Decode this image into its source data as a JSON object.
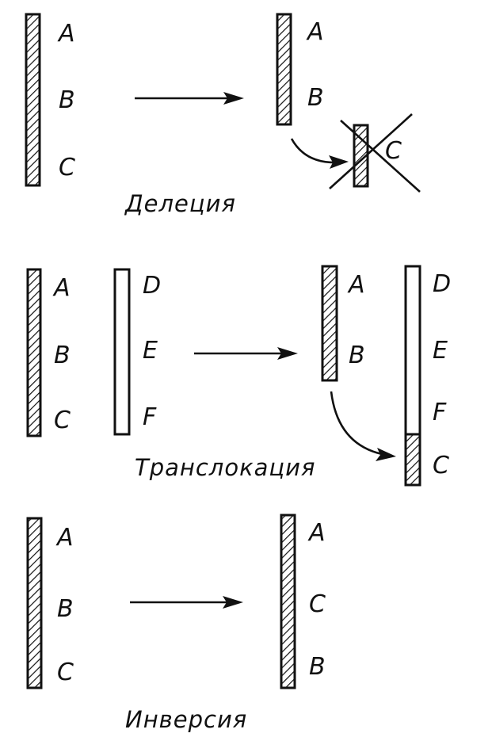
{
  "deletion": {
    "caption": "Делеция",
    "left_labels": [
      "A",
      "B",
      "C"
    ],
    "result_labels": [
      "A",
      "B"
    ],
    "removed_label": "C"
  },
  "translocation": {
    "caption": "Транслокация",
    "left_first_labels": [
      "A",
      "B",
      "C"
    ],
    "left_second_labels": [
      "D",
      "E",
      "F"
    ],
    "result_first_labels": [
      "A",
      "B"
    ],
    "result_second_labels": [
      "D",
      "E",
      "F",
      "C"
    ]
  },
  "inversion": {
    "caption": "Инверсия",
    "left_labels": [
      "A",
      "B",
      "C"
    ],
    "result_labels": [
      "A",
      "C",
      "B"
    ]
  }
}
